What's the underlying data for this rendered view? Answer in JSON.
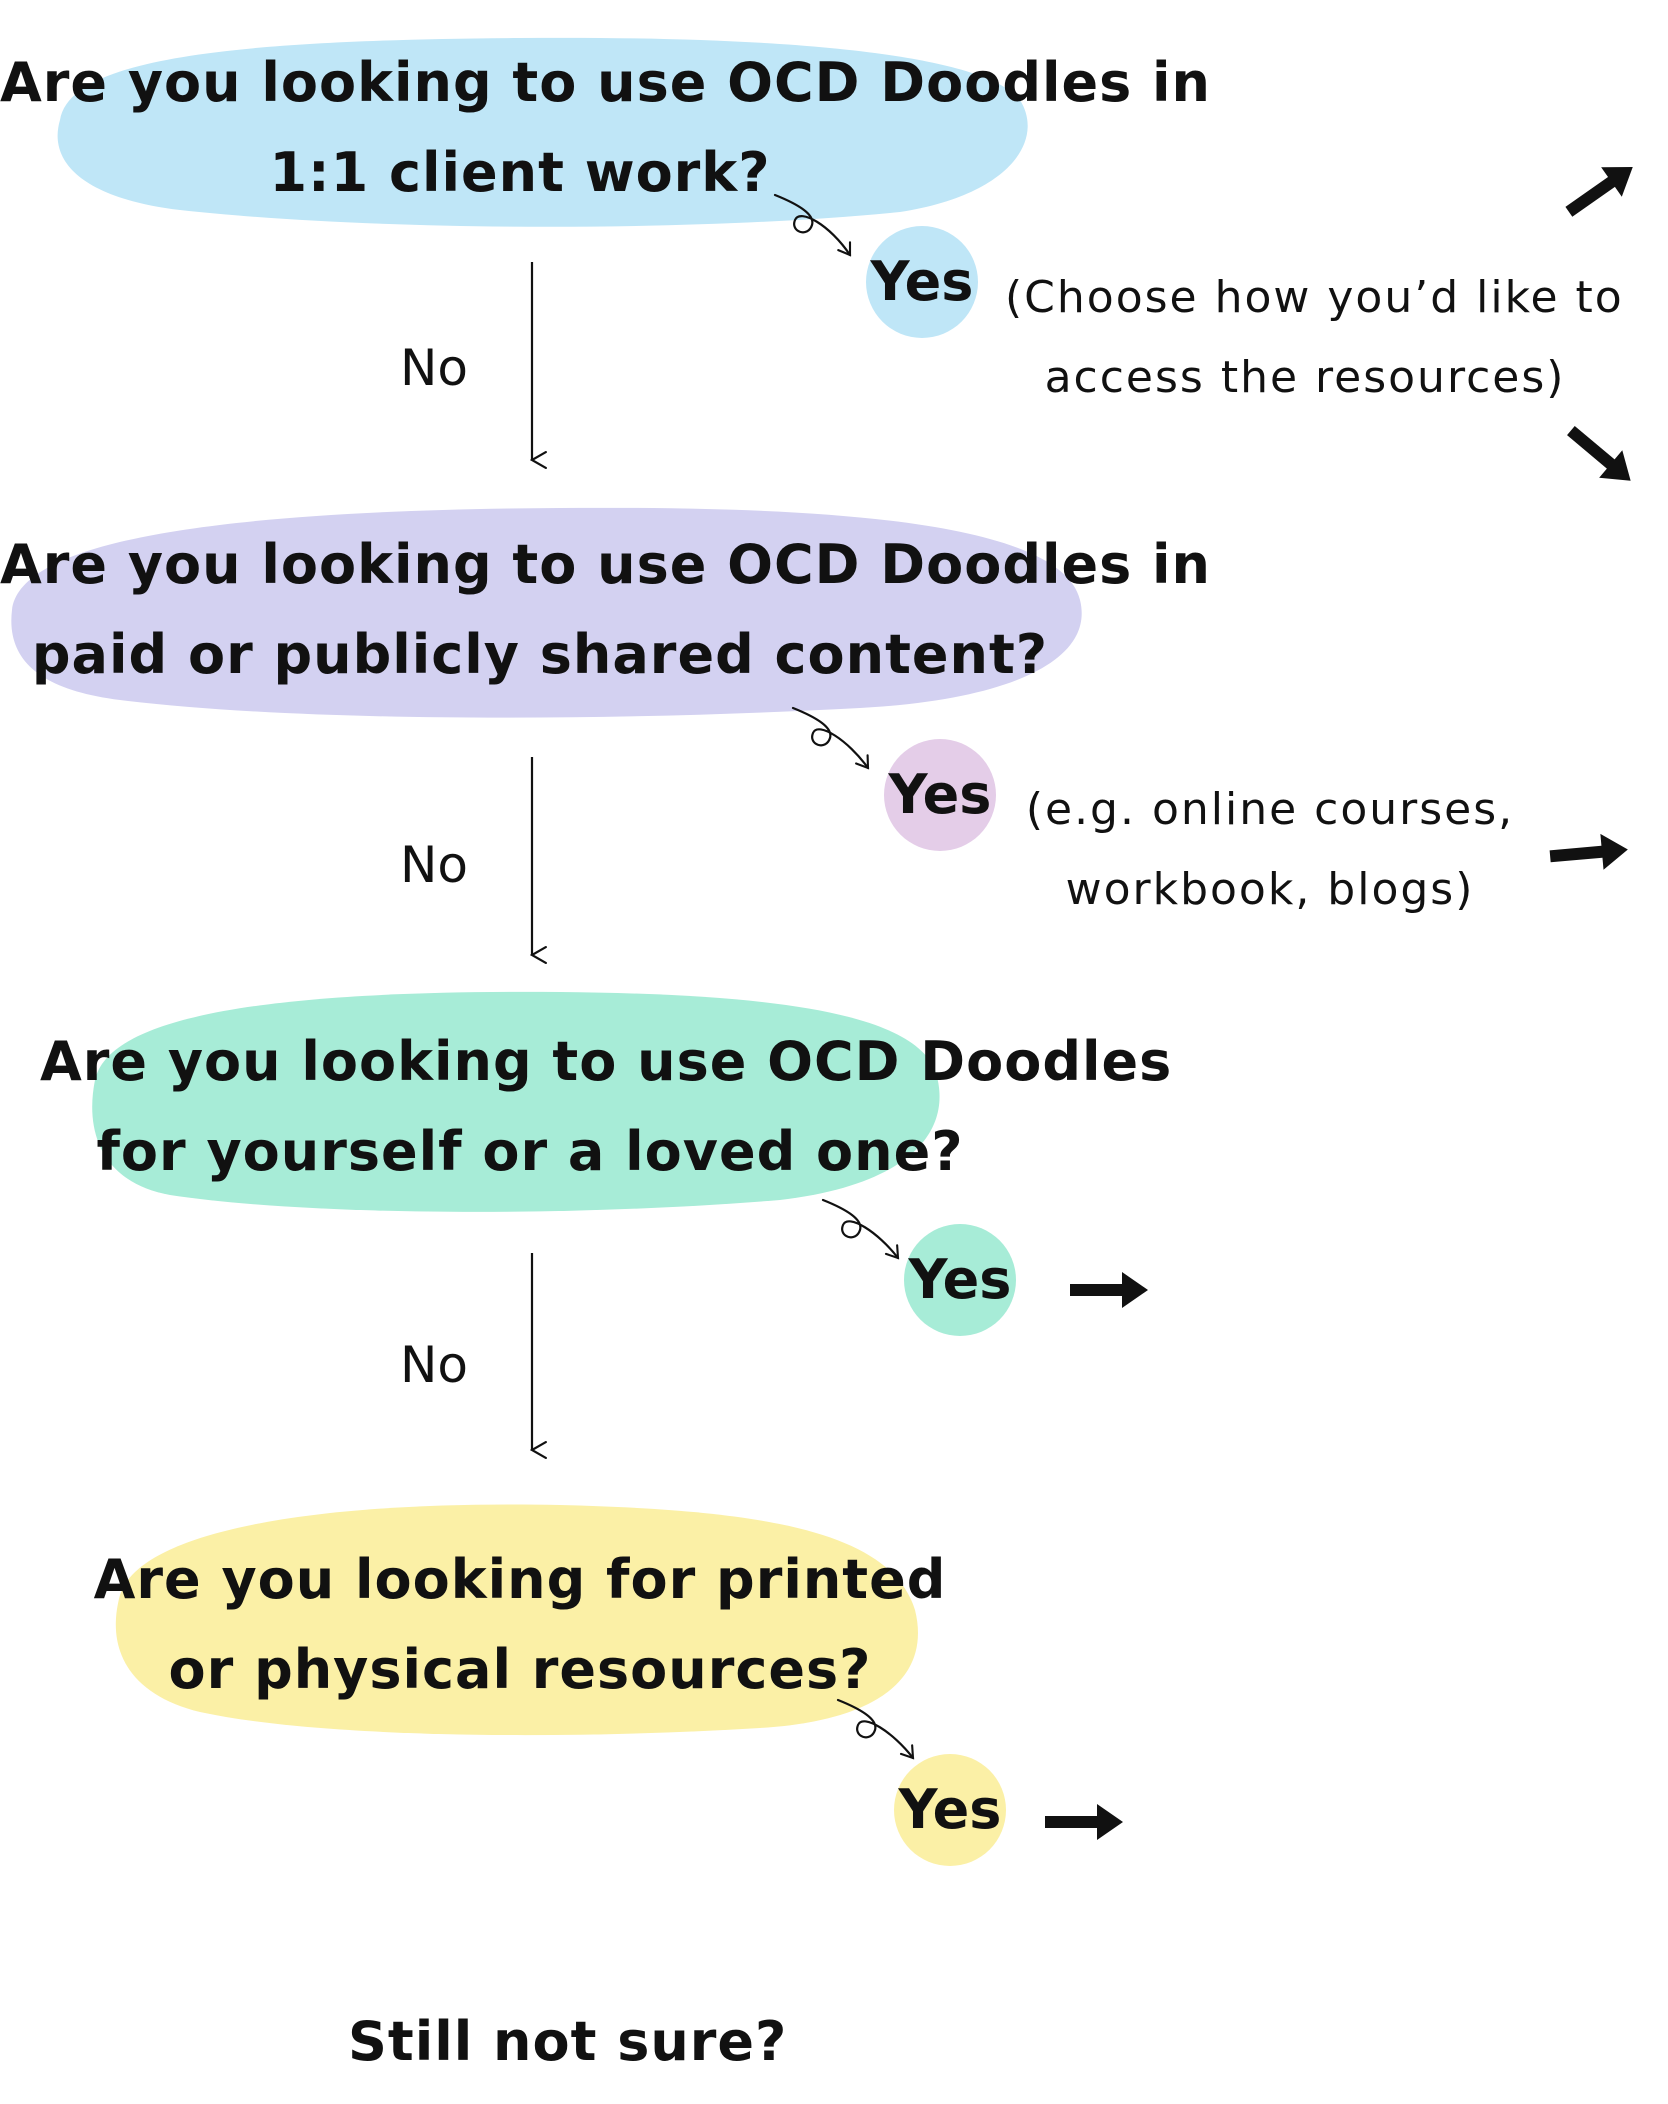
{
  "colors": {
    "blue": "#bfe6f7",
    "lavender": "#d3d1f1",
    "teal": "#a7ecd7",
    "yellow": "#fbf0a6",
    "pink": "#e4cde8",
    "ink": "#111111"
  },
  "questions": [
    {
      "line1": "Are you looking to use OCD Doodles in",
      "line2": "1:1 client work?",
      "yes": "Yes",
      "no": "No",
      "note_line1": "(Choose how you’d like to",
      "note_line2": "access the resources)"
    },
    {
      "line1": "Are you looking to use OCD Doodles in",
      "line2": "paid or publicly shared content?",
      "yes": "Yes",
      "no": "No",
      "note_line1": "(e.g. online courses,",
      "note_line2": "workbook, blogs)"
    },
    {
      "line1": "Are you looking to use OCD Doodles",
      "line2": "for yourself or a loved one?",
      "yes": "Yes",
      "no": "No"
    },
    {
      "line1": "Are you looking for printed",
      "line2": "or physical resources?",
      "yes": "Yes"
    }
  ],
  "footer": "Still not sure?",
  "icons": [
    "arrow-up-right-icon",
    "arrow-down-right-icon",
    "arrow-right-icon",
    "curly-arrow-icon",
    "down-arrow-icon"
  ]
}
